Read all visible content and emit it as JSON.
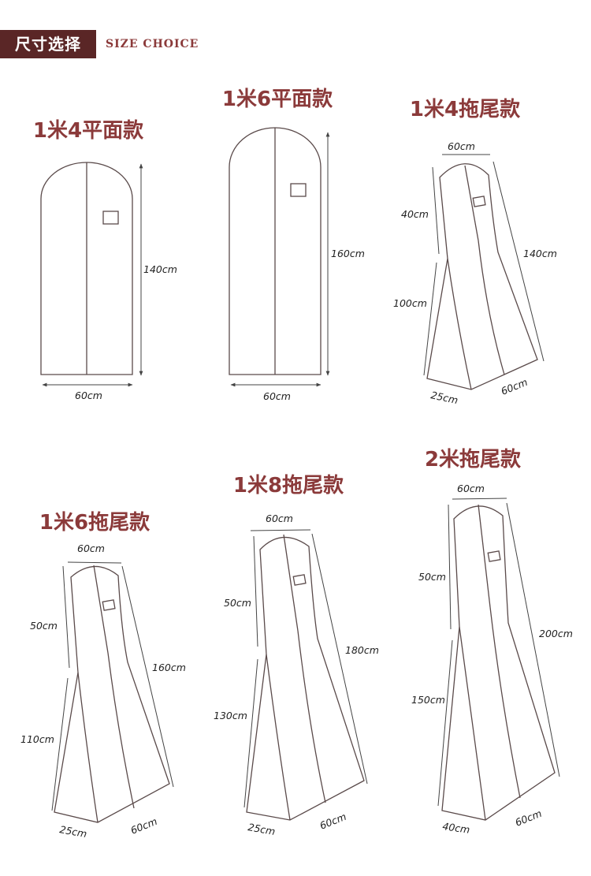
{
  "header": {
    "title": "尺寸选择",
    "subtitle": "SIZE CHOICE"
  },
  "colors": {
    "accent": "#8b3a3a",
    "badge_bg": "#5a2626",
    "outline": "#5a4a4a",
    "dimension_line": "#444444"
  },
  "products": [
    {
      "name": "1米4平面款",
      "height": "140cm",
      "width": "60cm"
    },
    {
      "name": "1米6平面款",
      "height": "160cm",
      "width": "60cm"
    },
    {
      "name": "1米4拖尾款",
      "top_width": "60cm",
      "upper_length": "40cm",
      "lower_length": "100cm",
      "total_length": "140cm",
      "side_width": "25cm",
      "bottom_width": "60cm"
    },
    {
      "name": "1米6拖尾款",
      "top_width": "60cm",
      "upper_length": "50cm",
      "lower_length": "110cm",
      "total_length": "160cm",
      "side_width": "25cm",
      "bottom_width": "60cm"
    },
    {
      "name": "1米8拖尾款",
      "top_width": "60cm",
      "upper_length": "50cm",
      "lower_length": "130cm",
      "total_length": "180cm",
      "side_width": "25cm",
      "bottom_width": "60cm"
    },
    {
      "name": "2米拖尾款",
      "top_width": "60cm",
      "upper_length": "50cm",
      "lower_length": "150cm",
      "total_length": "200cm",
      "side_width": "40cm",
      "bottom_width": "60cm"
    }
  ]
}
